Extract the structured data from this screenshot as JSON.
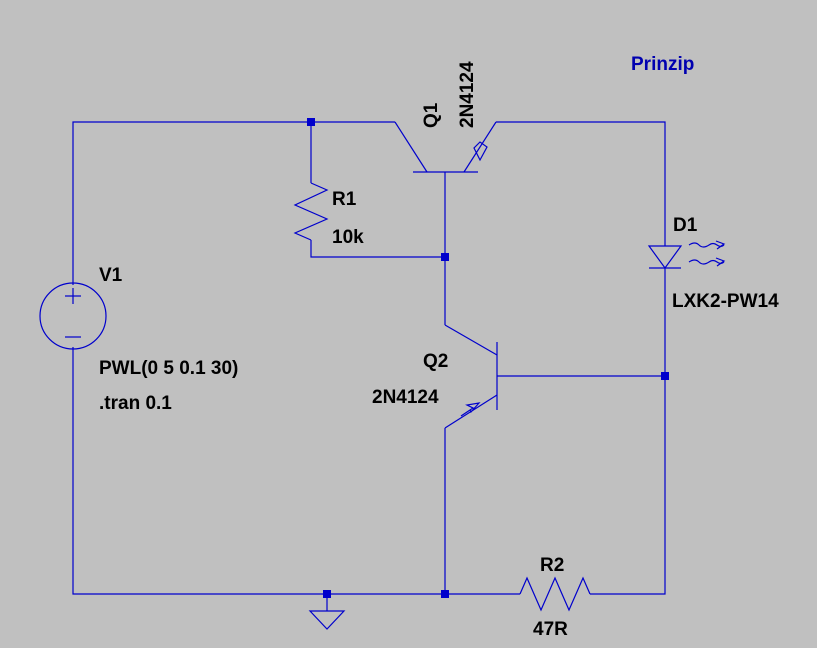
{
  "title": "Prinzip",
  "colors": {
    "background": "#c0c0c0",
    "wire": "#0000cc",
    "text": "#000000",
    "title": "#0000b0"
  },
  "components": {
    "v1": {
      "ref": "V1",
      "value": "PWL(0 5 0.1 30)"
    },
    "directive": ".tran 0.1",
    "q1": {
      "ref": "Q1",
      "model": "2N4124"
    },
    "q2": {
      "ref": "Q2",
      "model": "2N4124"
    },
    "r1": {
      "ref": "R1",
      "value": "10k"
    },
    "r2": {
      "ref": "R2",
      "value": "47R"
    },
    "d1": {
      "ref": "D1",
      "model": "LXK2-PW14"
    }
  }
}
